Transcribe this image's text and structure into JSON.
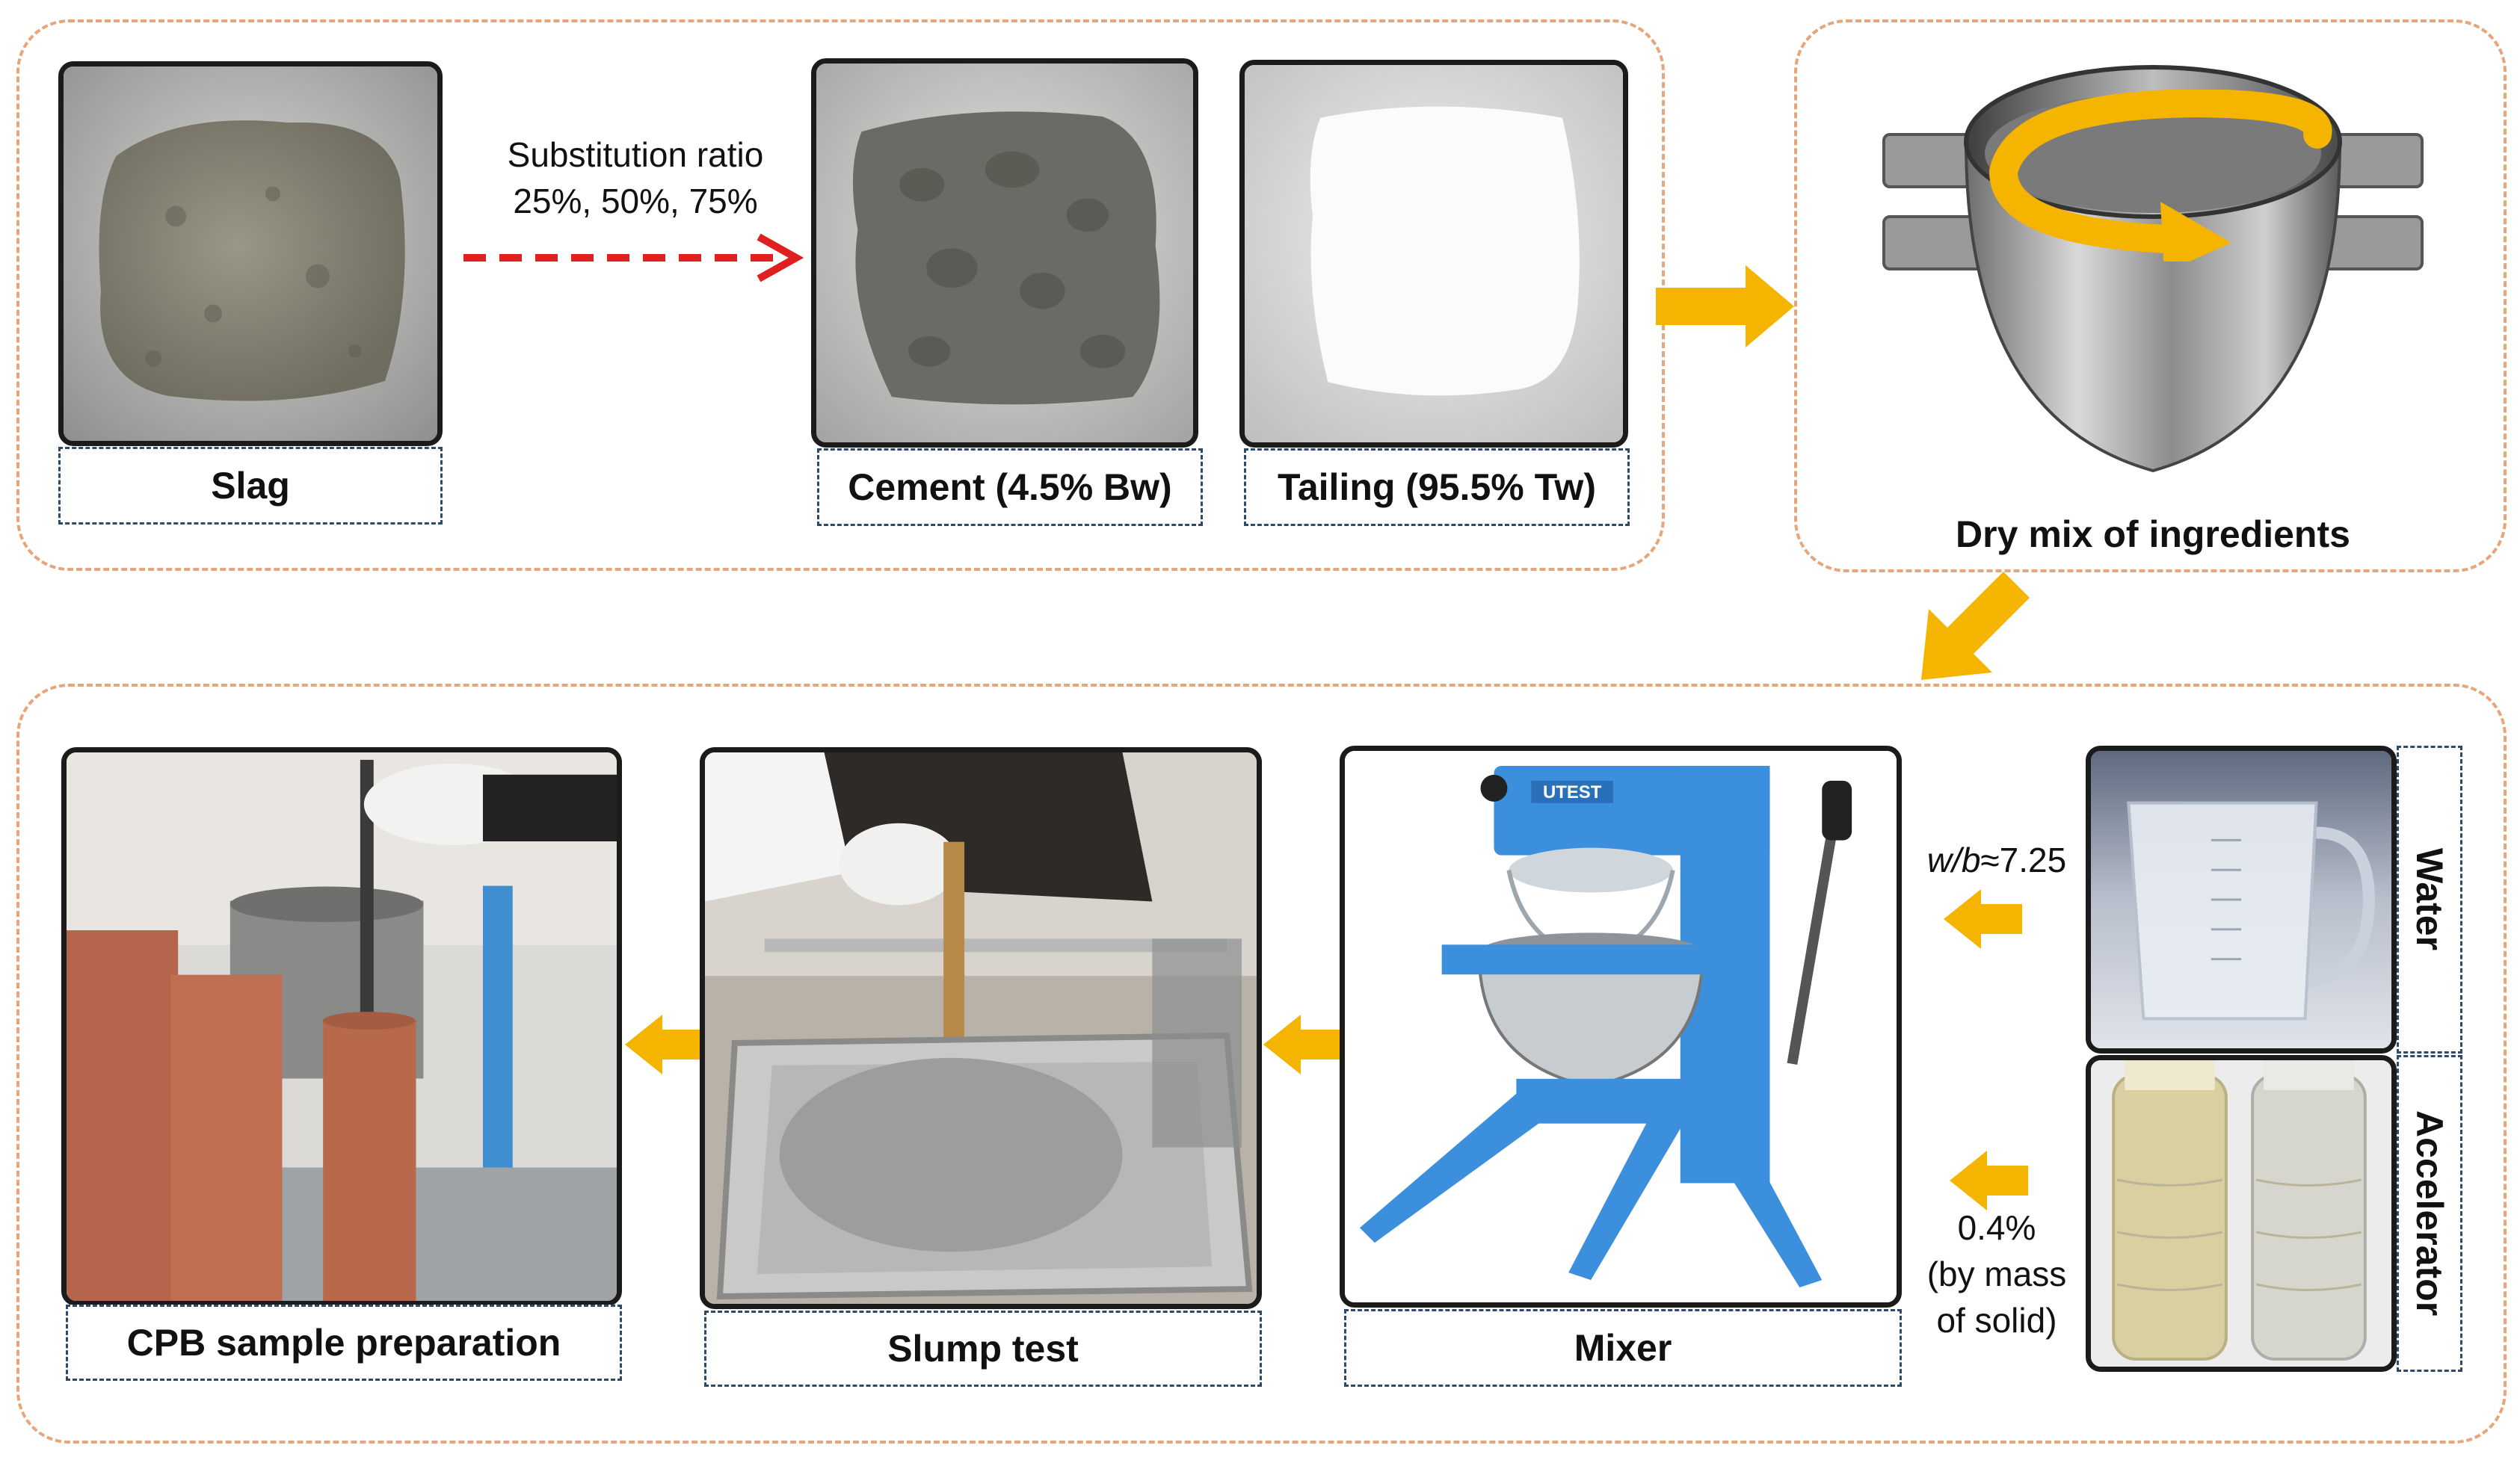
{
  "colors": {
    "arrow": "#f5b400",
    "dashed_arrow": "#e02020",
    "group_border": "#e6a57a",
    "caption_border": "#2e4a6a"
  },
  "top": {
    "slag_label": "Slag",
    "substitution_line1": "Substitution ratio",
    "substitution_line2": "25%, 50%, 75%",
    "cement_label": "Cement (4.5%  Bw)",
    "tailing_label": "Tailing (95.5%  Tw)",
    "dry_mix_label": "Dry mix of ingredients"
  },
  "bottom": {
    "cpb_label": "CPB sample preparation",
    "slump_label": "Slump test",
    "mixer_label": "Mixer",
    "mixer_brand": "UTEST",
    "water_label": "Water",
    "accelerator_label": "Accelerator",
    "wb_var": "w/b",
    "wb_value": "≈7.25",
    "accel_line1": "0.4%",
    "accel_line2": "(by mass",
    "accel_line3": "of solid)"
  },
  "icons": [
    "dashed-arrow-icon",
    "block-arrow-icon",
    "rotation-arrow-icon"
  ]
}
